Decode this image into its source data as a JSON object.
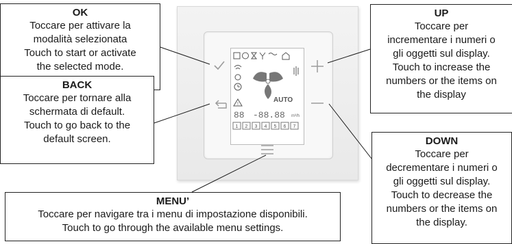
{
  "callouts": {
    "ok": {
      "title": "OK",
      "lines": [
        "Toccare per attivare la",
        "modalità selezionata",
        "Touch to start or activate",
        "the selected mode."
      ]
    },
    "back": {
      "title": "BACK",
      "lines": [
        "Toccare per tornare alla",
        "schermata di default.",
        "Touch to go back to the",
        "default screen."
      ]
    },
    "menu": {
      "title": "MENU’",
      "lines": [
        "Toccare per navigare tra i menu di impostazione disponibili.",
        "Touch to go through the available menu settings."
      ]
    },
    "up": {
      "title": "UP",
      "lines": [
        "Toccare per",
        "incrementare i numeri o",
        "gli oggetti sul display.",
        "Touch to increase the",
        "numbers or the items on",
        "the display"
      ]
    },
    "down": {
      "title": "DOWN",
      "lines": [
        "Toccare per",
        "decrementare i numeri o",
        "gli oggetti sul display.",
        "Touch to decrease the",
        "numbers or the items on",
        "the display."
      ]
    }
  },
  "device": {
    "display": {
      "digits_left": "88",
      "digits_right": "-88.88",
      "mode": "AUTO",
      "unit_fraction": "m³/h",
      "days": [
        "1",
        "2",
        "3",
        "4",
        "5",
        "6",
        "7"
      ]
    },
    "keys": {
      "ok_icon": "check-icon",
      "back_icon": "back-arrow-icon",
      "menu_icon": "menu-icon",
      "up_icon": "plus-icon",
      "down_icon": "minus-icon"
    },
    "colors": {
      "key": "#9c9c9c",
      "lcd_ink": "#555555"
    }
  }
}
